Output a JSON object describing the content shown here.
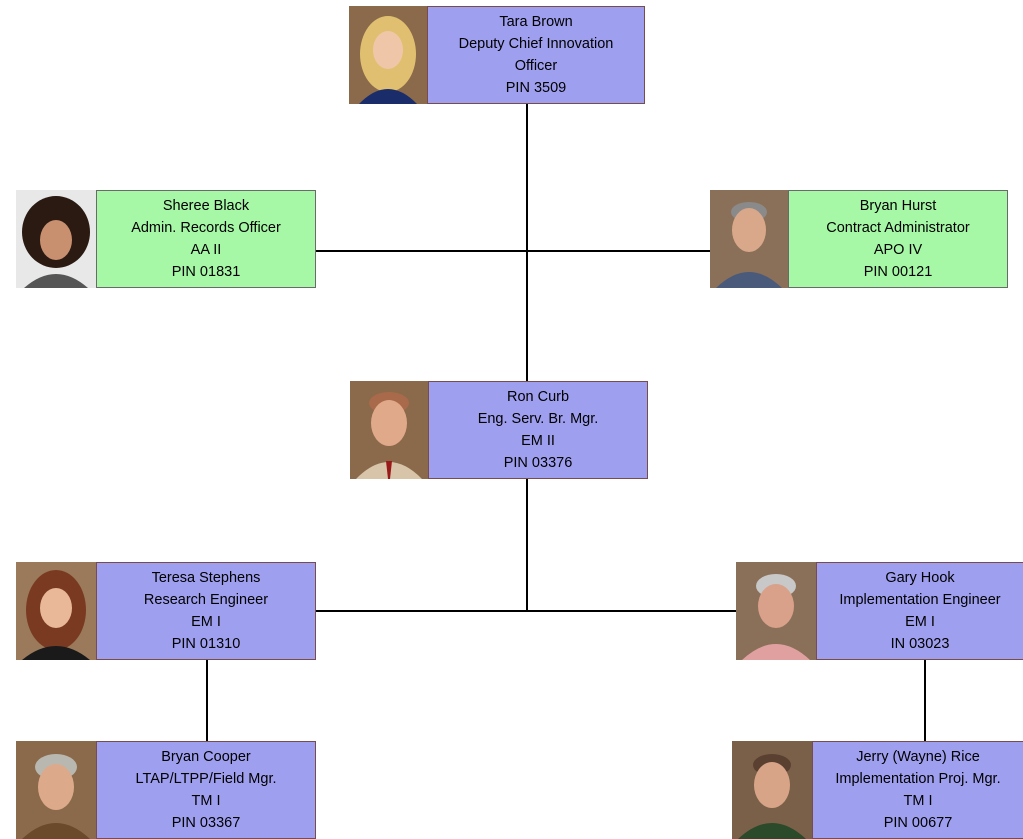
{
  "nodes": {
    "tara": {
      "name": "Tara Brown",
      "title": "Deputy Chief Innovation",
      "title2": "Officer",
      "pin": "PIN 3509"
    },
    "sheree": {
      "name": "Sheree Black",
      "title": "Admin. Records Officer",
      "grade": "AA II",
      "pin": "PIN 01831"
    },
    "bryanh": {
      "name": "Bryan Hurst",
      "title": "Contract Administrator",
      "grade": "APO IV",
      "pin": "PIN 00121"
    },
    "ron": {
      "name": "Ron Curb",
      "title": "Eng. Serv. Br. Mgr.",
      "grade": "EM II",
      "pin": "PIN 03376"
    },
    "teresa": {
      "name": "Teresa Stephens",
      "title": "Research Engineer",
      "grade": "EM I",
      "pin": "PIN 01310"
    },
    "gary": {
      "name": "Gary Hook",
      "title": "Implementation Engineer",
      "grade": "EM I",
      "pin": "IN 03023"
    },
    "bryanc": {
      "name": "Bryan Cooper",
      "title": "LTAP/LTPP/Field Mgr.",
      "grade": "TM I",
      "pin": "PIN 03367"
    },
    "jerry": {
      "name": "Jerry (Wayne) Rice",
      "title": "Implementation Proj. Mgr.",
      "grade": "TM I",
      "pin": "PIN 00677"
    }
  },
  "colors": {
    "primary_box": "#9f9ff0",
    "staff_box": "#a6f7a6",
    "connector": "#000000"
  }
}
